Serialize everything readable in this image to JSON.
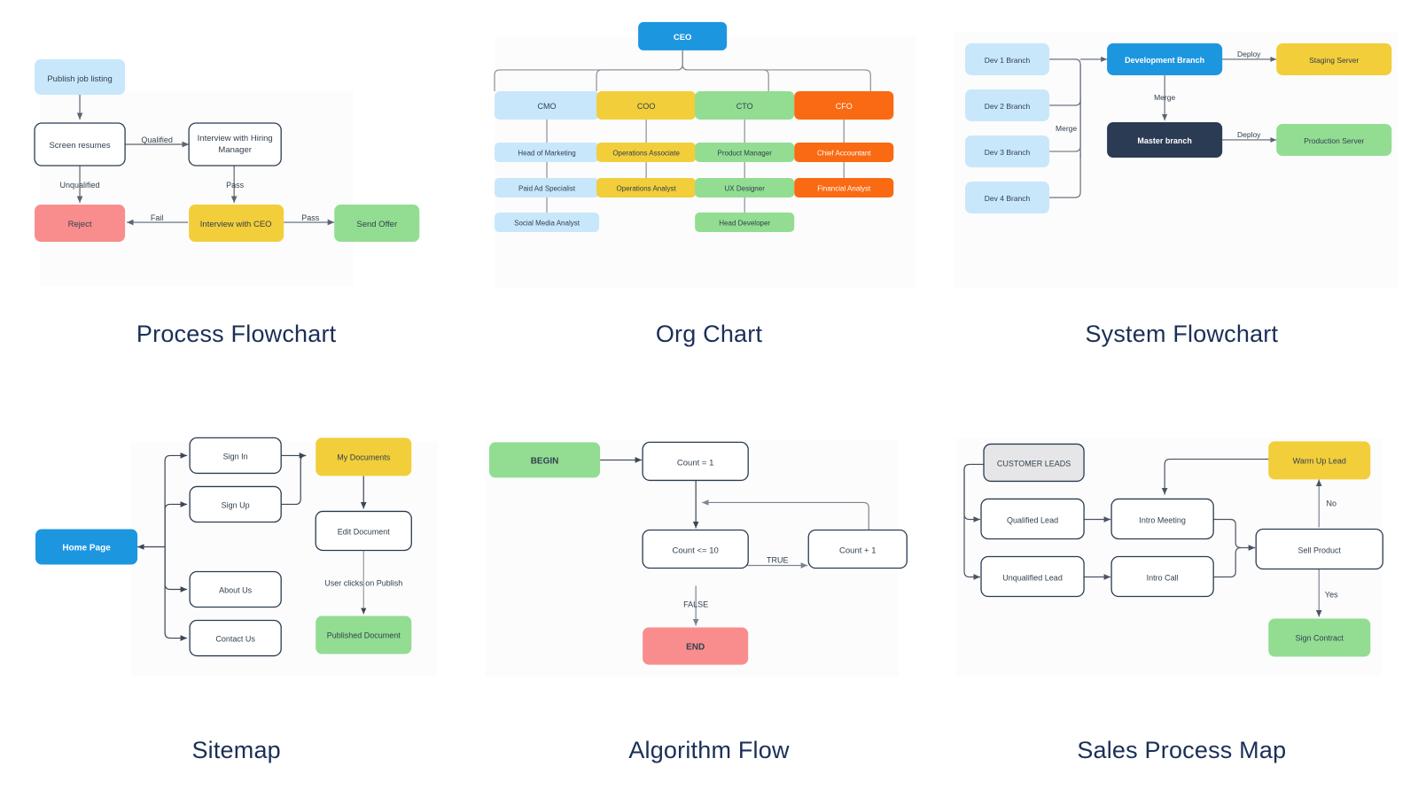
{
  "page": {
    "background": "#ffffff",
    "caption_color": "#1b2f57",
    "panel_tint": "#fcfcfc"
  },
  "palette": {
    "light_blue": "#c8e7fb",
    "blue": "#1d96e0",
    "yellow": "#f2ce3a",
    "green": "#92dd92",
    "red": "#f98d8d",
    "orange": "#f96a12",
    "navy": "#2b3b53",
    "gray_fill": "#e6e6e8",
    "white": "#ffffff",
    "stroke_navy": "#2b3b53",
    "stroke_gray": "#8a8f98",
    "text_dark": "#32404f",
    "text_white": "#ffffff"
  },
  "panels": [
    {
      "id": "process-flowchart",
      "caption": "Process Flowchart",
      "type": "flowchart",
      "nodes": [
        {
          "id": "publish",
          "label": "Publish job listing",
          "fill": "light_blue",
          "text": "text_dark",
          "border": "none",
          "bold": false
        },
        {
          "id": "screen",
          "label": "Screen resumes",
          "fill": "white",
          "text": "text_dark",
          "border": "navy",
          "bold": false
        },
        {
          "id": "interview",
          "label": "Interview with Hiring Manager",
          "fill": "white",
          "text": "text_dark",
          "border": "navy",
          "bold": false
        },
        {
          "id": "reject",
          "label": "Reject",
          "fill": "red",
          "text": "text_dark",
          "border": "none",
          "bold": false
        },
        {
          "id": "ceo",
          "label": "Interview with CEO",
          "fill": "yellow",
          "text": "text_dark",
          "border": "none",
          "bold": false
        },
        {
          "id": "offer",
          "label": "Send Offer",
          "fill": "green",
          "text": "text_dark",
          "border": "none",
          "bold": false
        }
      ],
      "edges": [
        {
          "from": "publish",
          "to": "screen",
          "label": ""
        },
        {
          "from": "screen",
          "to": "interview",
          "label": "Qualified"
        },
        {
          "from": "screen",
          "to": "reject",
          "label": "Unqualified"
        },
        {
          "from": "interview",
          "to": "ceo",
          "label": "Pass"
        },
        {
          "from": "ceo",
          "to": "reject",
          "label": "Fail"
        },
        {
          "from": "ceo",
          "to": "offer",
          "label": "Pass"
        }
      ]
    },
    {
      "id": "org-chart",
      "caption": "Org Chart",
      "type": "org",
      "root": {
        "id": "ceo",
        "label": "CEO",
        "fill": "blue",
        "text": "text_white",
        "bold": true
      },
      "columns": [
        {
          "head": {
            "label": "CMO",
            "fill": "light_blue",
            "text": "text_dark"
          },
          "reports": [
            "Head of Marketing",
            "Paid Ad Specialist",
            "Social Media Analyst"
          ]
        },
        {
          "head": {
            "label": "COO",
            "fill": "yellow",
            "text": "text_dark"
          },
          "reports": [
            "Operations Associate",
            "Operations Analyst"
          ]
        },
        {
          "head": {
            "label": "CTO",
            "fill": "green",
            "text": "text_dark"
          },
          "reports": [
            "Product Manager",
            "UX Designer",
            "Head Developer"
          ]
        },
        {
          "head": {
            "label": "CFO",
            "fill": "orange",
            "text": "text_white"
          },
          "reports": [
            "Chief Accountant",
            "Financial Analyst"
          ]
        }
      ]
    },
    {
      "id": "system-flowchart",
      "caption": "System Flowchart",
      "type": "system",
      "branches": [
        "Dev 1 Branch",
        "Dev 2 Branch",
        "Dev 3 Branch",
        "Dev 4 Branch"
      ],
      "nodes": [
        {
          "id": "dev",
          "label": "Development Branch",
          "fill": "blue",
          "text": "text_white",
          "bold": true
        },
        {
          "id": "master",
          "label": "Master branch",
          "fill": "navy",
          "text": "text_white",
          "bold": true
        },
        {
          "id": "staging",
          "label": "Staging Server",
          "fill": "yellow",
          "text": "text_dark",
          "bold": false
        },
        {
          "id": "prod",
          "label": "Production Server",
          "fill": "green",
          "text": "text_dark",
          "bold": false
        }
      ],
      "edge_labels": {
        "merge_branches": "Merge",
        "merge_master": "Merge",
        "deploy_staging": "Deploy",
        "deploy_prod": "Deploy"
      }
    },
    {
      "id": "sitemap",
      "caption": "Sitemap",
      "type": "sitemap",
      "home": {
        "label": "Home Page",
        "fill": "blue",
        "text": "text_white",
        "bold": true
      },
      "pages": [
        "Sign In",
        "Sign Up",
        "About Us",
        "Contact Us"
      ],
      "docs": [
        {
          "id": "mydocs",
          "label": "My Documents",
          "fill": "yellow",
          "text": "text_dark",
          "border": "none"
        },
        {
          "id": "editdoc",
          "label": "Edit Document",
          "fill": "white",
          "text": "text_dark",
          "border": "navy"
        },
        {
          "id": "published",
          "label": "Published Document",
          "fill": "green",
          "text": "text_dark",
          "border": "none"
        }
      ],
      "edge_labels": {
        "publish": "User clicks on Publish"
      }
    },
    {
      "id": "algorithm-flow",
      "caption": "Algorithm Flow",
      "type": "algorithm",
      "nodes": [
        {
          "id": "begin",
          "label": "BEGIN",
          "fill": "green",
          "text": "text_dark",
          "border": "none",
          "bold": true
        },
        {
          "id": "init",
          "label": "Count = 1",
          "fill": "white",
          "text": "text_dark",
          "border": "navy",
          "bold": false
        },
        {
          "id": "cond",
          "label": "Count <= 10",
          "fill": "white",
          "text": "text_dark",
          "border": "navy",
          "bold": false
        },
        {
          "id": "inc",
          "label": "Count + 1",
          "fill": "white",
          "text": "text_dark",
          "border": "navy",
          "bold": false
        },
        {
          "id": "end",
          "label": "END",
          "fill": "red",
          "text": "text_dark",
          "border": "none",
          "bold": true
        }
      ],
      "edge_labels": {
        "true": "TRUE",
        "false": "FALSE"
      }
    },
    {
      "id": "sales-process-map",
      "caption": "Sales Process Map",
      "type": "sales",
      "nodes": [
        {
          "id": "leads",
          "label": "CUSTOMER LEADS",
          "fill": "gray_fill",
          "text": "text_dark",
          "border": "navy"
        },
        {
          "id": "qualified",
          "label": "Qualified Lead",
          "fill": "white",
          "text": "text_dark",
          "border": "navy"
        },
        {
          "id": "unqualified",
          "label": "Unqualified Lead",
          "fill": "white",
          "text": "text_dark",
          "border": "navy"
        },
        {
          "id": "meeting",
          "label": "Intro Meeting",
          "fill": "white",
          "text": "text_dark",
          "border": "navy"
        },
        {
          "id": "call",
          "label": "Intro Call",
          "fill": "white",
          "text": "text_dark",
          "border": "navy"
        },
        {
          "id": "warm",
          "label": "Warm Up Lead",
          "fill": "yellow",
          "text": "text_dark",
          "border": "none"
        },
        {
          "id": "sell",
          "label": "Sell Product",
          "fill": "white",
          "text": "text_dark",
          "border": "navy"
        },
        {
          "id": "contract",
          "label": "Sign Contract",
          "fill": "green",
          "text": "text_dark",
          "border": "none"
        }
      ],
      "edge_labels": {
        "no": "No",
        "yes": "Yes"
      }
    }
  ]
}
